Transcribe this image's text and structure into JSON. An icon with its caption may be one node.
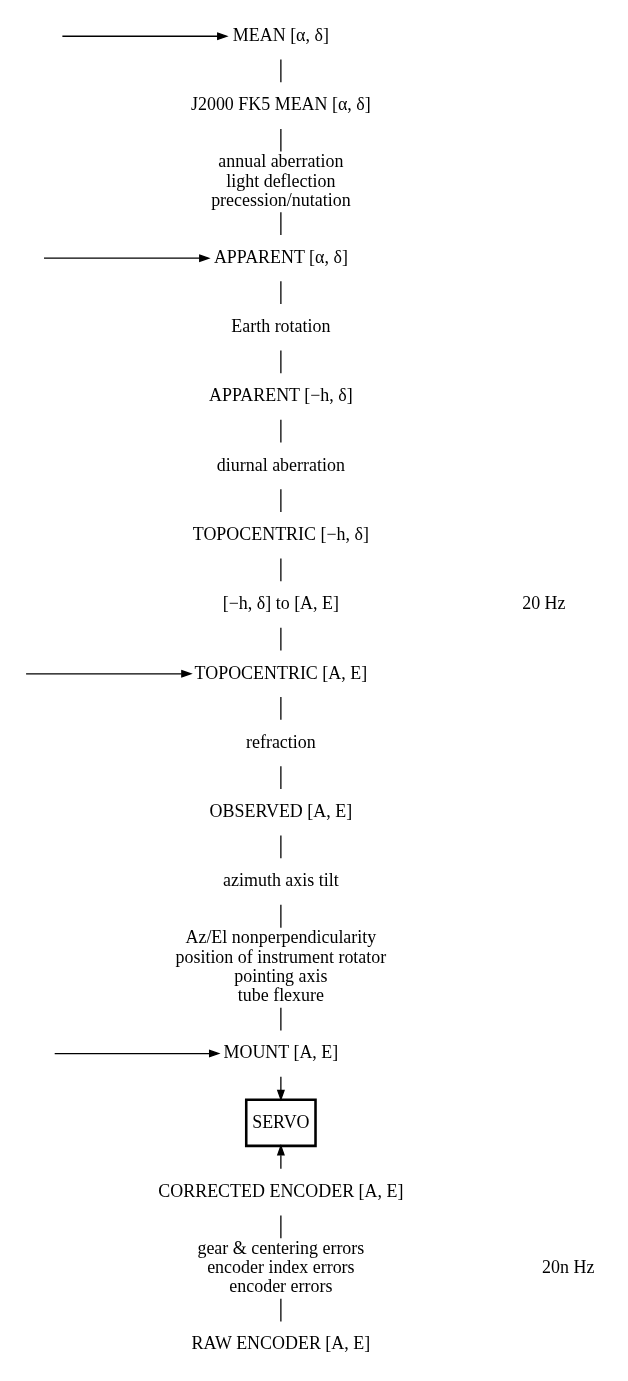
{
  "diagram": {
    "nodes": [
      {
        "text": [
          "MEAN [α, δ]"
        ]
      },
      {
        "text": [
          "J2000 FK5 MEAN [α, δ]"
        ]
      },
      {
        "text": [
          "annual aberration",
          "light deflection",
          "precession/nutation"
        ]
      },
      {
        "text": [
          "APPARENT [α, δ]"
        ]
      },
      {
        "text": [
          "Earth rotation"
        ]
      },
      {
        "text": [
          "APPARENT [−h, δ]"
        ]
      },
      {
        "text": [
          "diurnal aberration"
        ]
      },
      {
        "text": [
          "TOPOCENTRIC [−h, δ]"
        ]
      },
      {
        "text": [
          "[−h, δ] to [A, E]"
        ]
      },
      {
        "text": [
          "TOPOCENTRIC [A, E]"
        ]
      },
      {
        "text": [
          "refraction"
        ]
      },
      {
        "text": [
          "OBSERVED [A, E]"
        ]
      },
      {
        "text": [
          "azimuth axis tilt"
        ]
      },
      {
        "text": [
          "Az/El nonperpendicularity",
          "position of instrument rotator",
          "pointing axis",
          "tube flexure"
        ]
      },
      {
        "text": [
          "MOUNT [A, E]"
        ]
      },
      {
        "text": [
          "SERVO"
        ]
      },
      {
        "text": [
          "CORRECTED ENCODER [A, E]"
        ]
      },
      {
        "text": [
          "gear & centering errors",
          "encoder index errors",
          "encoder errors"
        ]
      },
      {
        "text": [
          "RAW ENCODER [A, E]"
        ]
      }
    ],
    "edges": [
      {
        "from": null,
        "to": 0,
        "arrow": "to"
      },
      {
        "from": 0,
        "to": 1,
        "arrow": "none"
      },
      {
        "from": 1,
        "to": 2,
        "arrow": "none"
      },
      {
        "from": 2,
        "to": 3,
        "arrow": "none"
      },
      {
        "from": null,
        "to": 3,
        "arrow": "to"
      },
      {
        "from": 3,
        "to": 4,
        "arrow": "none"
      },
      {
        "from": 4,
        "to": 5,
        "arrow": "none"
      },
      {
        "from": 5,
        "to": 6,
        "arrow": "none"
      },
      {
        "from": 6,
        "to": 7,
        "arrow": "none"
      },
      {
        "from": 7,
        "to": 8,
        "arrow": "none"
      },
      {
        "from": 8,
        "to": 9,
        "arrow": "none"
      },
      {
        "from": null,
        "to": 9,
        "arrow": "to"
      },
      {
        "from": 9,
        "to": 10,
        "arrow": "none"
      },
      {
        "from": 10,
        "to": 11,
        "arrow": "none"
      },
      {
        "from": 11,
        "to": 12,
        "arrow": "none"
      },
      {
        "from": 12,
        "to": 13,
        "arrow": "none"
      },
      {
        "from": 13,
        "to": 14,
        "arrow": "none"
      },
      {
        "from": null,
        "to": 14,
        "arrow": "to"
      },
      {
        "from": 14,
        "to": 15,
        "arrow": "to"
      },
      {
        "from": 16,
        "to": 15,
        "arrow": "to"
      },
      {
        "from": 17,
        "to": 16,
        "arrow": "none"
      },
      {
        "from": 18,
        "to": 17,
        "arrow": "none"
      }
    ],
    "labels": [
      "20 Hz",
      "20n Hz"
    ]
  }
}
